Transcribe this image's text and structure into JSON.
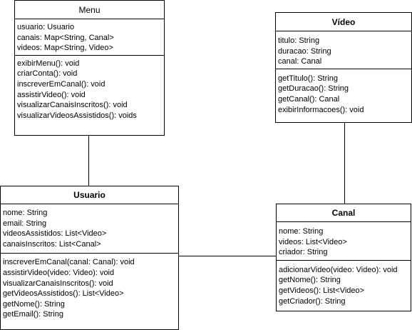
{
  "classes": {
    "menu": {
      "name": "Menu",
      "attributes": [
        "usuario: Usuario",
        "canais: Map<String, Canal>",
        "videos: Map<String, Video>"
      ],
      "methods": [
        "exibirMenu(): void",
        "criarConta(): void",
        "inscreverEmCanal(): void",
        "assistirVideo(): void",
        "visualizarCanaisInscritos(): void",
        "visualizarVideosAssistidos(): voids"
      ]
    },
    "video": {
      "name": "Vídeo",
      "attributes": [
        "titulo: String",
        "duracao: String",
        "canal: Canal"
      ],
      "methods": [
        "getTitulo(): String",
        "getDuracao(): String",
        "getCanal(): Canal",
        "exibirInformacoes(): void"
      ]
    },
    "usuario": {
      "name": "Usuario",
      "attributes": [
        "nome: String",
        "email: String",
        "videosAssistidos: List<Video>",
        "canaisInscritos: List<Canal>"
      ],
      "methods": [
        "inscreverEmCanal(canal: Canal): void",
        "assistirVideo(video: Video): void",
        "visualizarCanaisInscritos(): void",
        "getVideosAssistidos(): List<Video>",
        "getNome(): String",
        "getEmail(): String"
      ]
    },
    "canal": {
      "name": "Canal",
      "attributes": [
        "nome: String",
        "videos: List<Video>",
        "criador: String"
      ],
      "methods": [
        "adicionarVideo(video: Video): void",
        "getNome(): String",
        "getVideos(): List<Video>",
        "getCriador(): String"
      ]
    }
  },
  "connections": [
    {
      "from": "Menu",
      "to": "Usuario"
    },
    {
      "from": "Vídeo",
      "to": "Canal"
    },
    {
      "from": "Usuario",
      "to": "Canal"
    }
  ]
}
